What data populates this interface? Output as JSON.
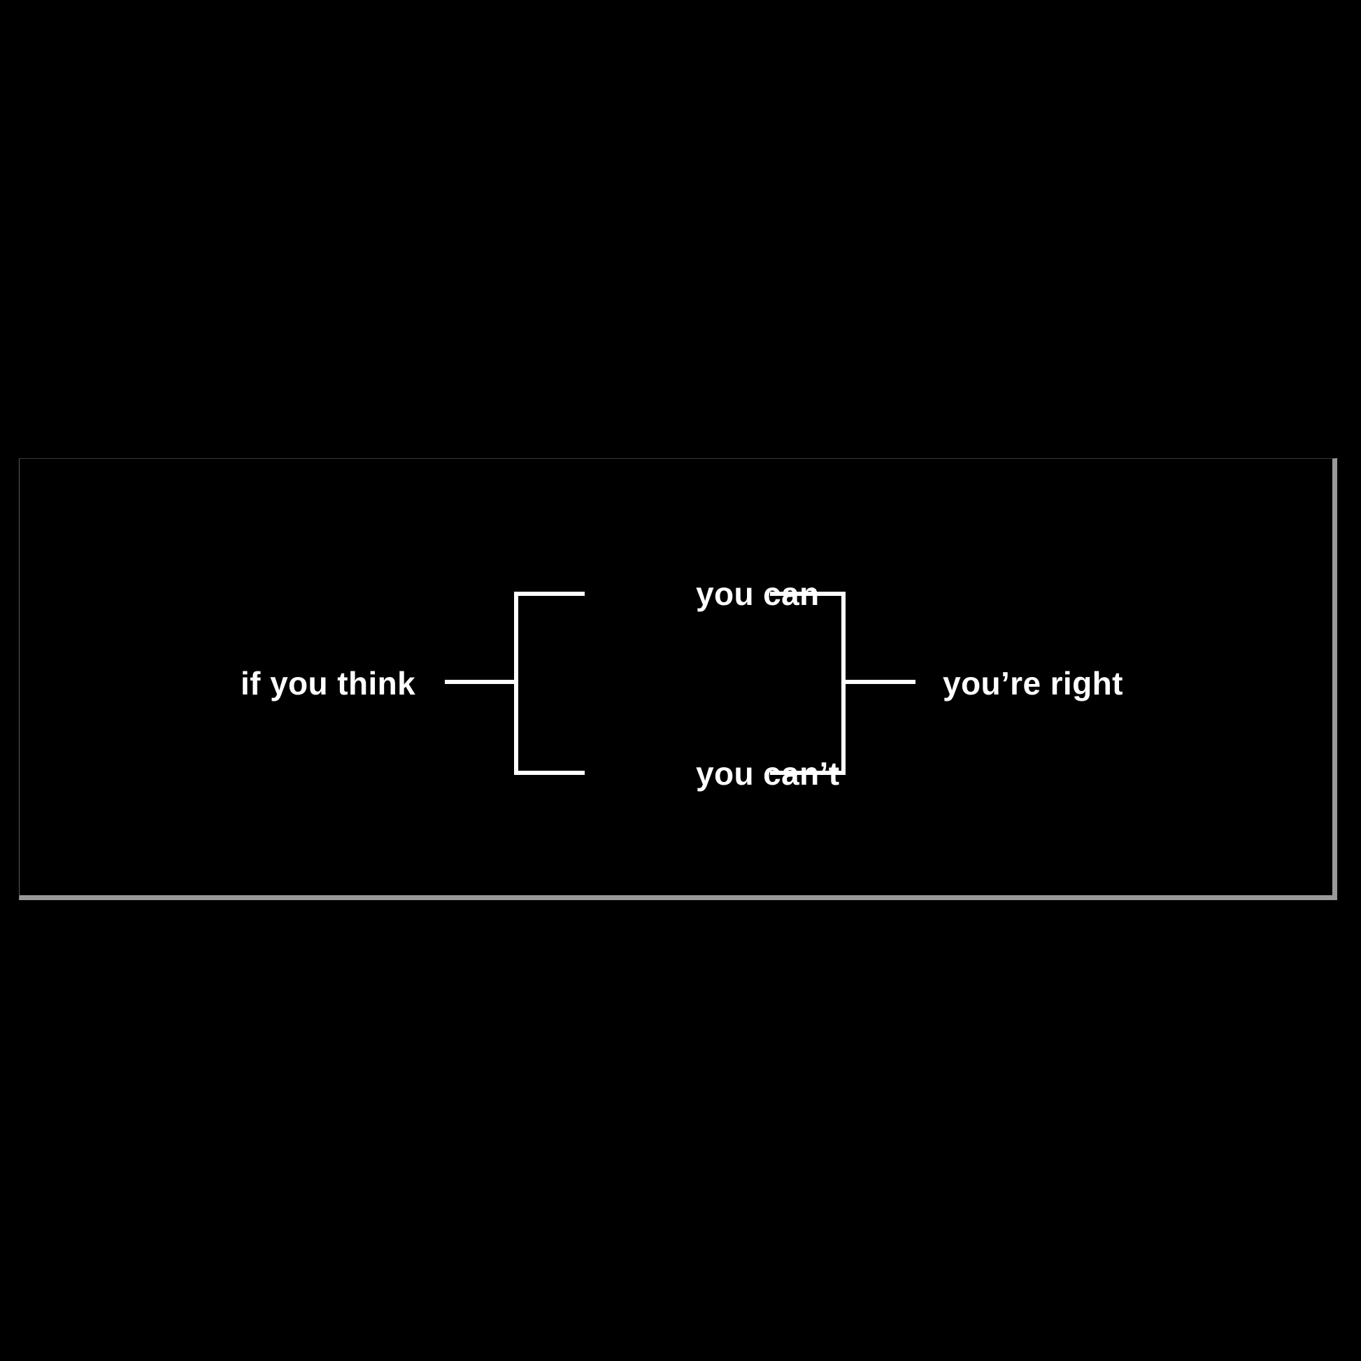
{
  "canvas": {
    "background_color": "#000000",
    "panel_background_color": "#000000",
    "stroke_color": "#ffffff",
    "text_color": "#ffffff",
    "border_color": "#9a9a9a"
  },
  "diagram": {
    "type": "flow-bracket",
    "input_label": "if you think",
    "branches": [
      {
        "label": "you can"
      },
      {
        "label": "you can’t"
      }
    ],
    "output_label": "you’re right",
    "full_statement": "if you think you can / you can’t — you’re right"
  }
}
